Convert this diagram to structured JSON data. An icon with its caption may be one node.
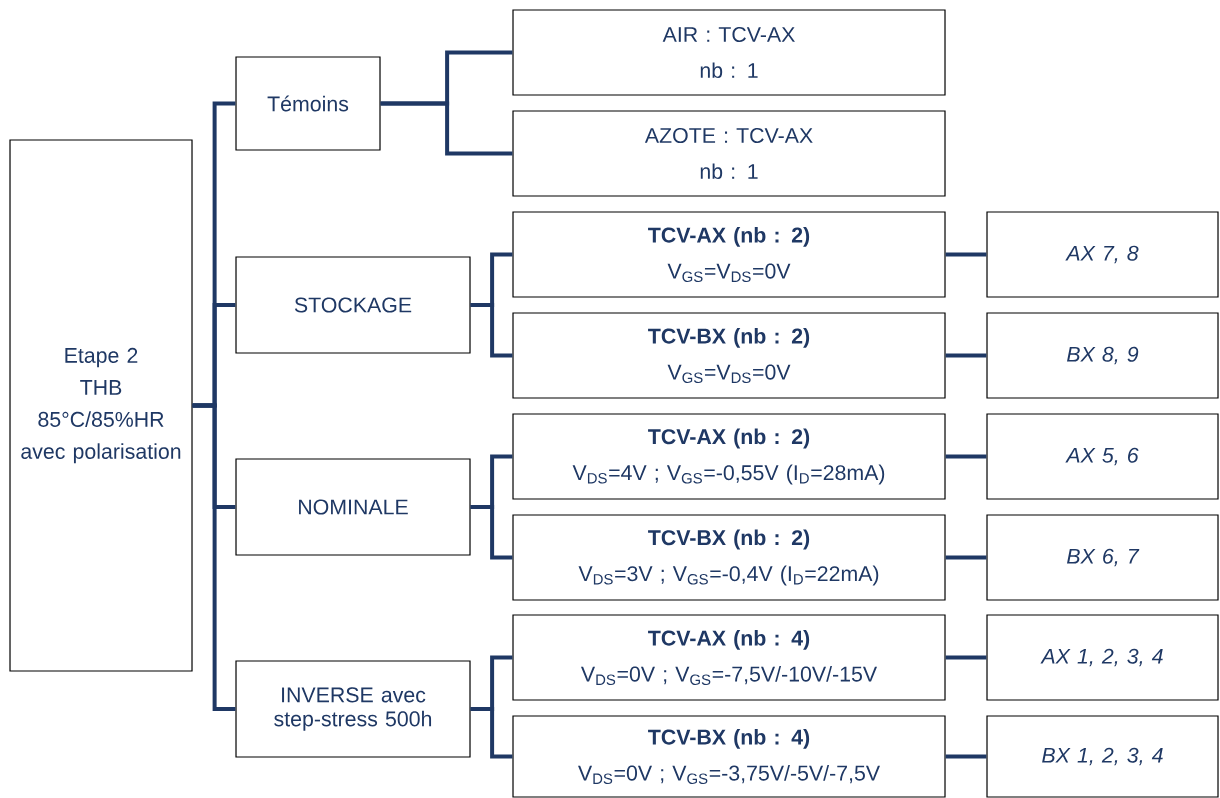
{
  "diagram": {
    "nodes": [
      {
        "text": [
          "Etape 2",
          "THB",
          "85°C/85%HR",
          "avec polarisation"
        ]
      },
      {
        "text": [
          "Témoins"
        ]
      },
      {
        "text": [
          "AIR : TCV-AX",
          "nb : 1"
        ]
      },
      {
        "text": [
          "AZOTE : TCV-AX",
          "nb : 1"
        ]
      },
      {
        "text": [
          "STOCKAGE"
        ]
      },
      {
        "text": [
          "TCV-AX (nb : 2)",
          "V$_{GS}$=V$_{DS}$=0V"
        ]
      },
      {
        "text": [
          "TCV-BX (nb : 2)",
          "V$_{GS}$=V$_{DS}$=0V"
        ]
      },
      {
        "text": [
          "AX 7, 8"
        ]
      },
      {
        "text": [
          "BX 8, 9"
        ]
      },
      {
        "text": [
          "NOMINALE"
        ]
      },
      {
        "text": [
          "TCV-AX (nb : 2)",
          "V$_{DS}$=4V ; V$_{GS}$=-0,55V (I$_{D}$=28mA)"
        ]
      },
      {
        "text": [
          "TCV-BX (nb : 2)",
          "V$_{DS}$=3V ; V$_{GS}$=-0,4V (I$_{D}$=22mA)"
        ]
      },
      {
        "text": [
          "AX 5, 6"
        ]
      },
      {
        "text": [
          "BX 6, 7"
        ]
      },
      {
        "text": [
          "INVERSE avec step-stress 500h"
        ]
      },
      {
        "text": [
          "TCV-AX (nb : 4)",
          "V$_{DS}$=0V ; V$_{GS}$=-7,5V/-10V/-15V"
        ]
      },
      {
        "text": [
          "TCV-BX (nb : 4)",
          "V$_{DS}$=0V ; V$_{GS}$=-3,75V/-5V/-7,5V"
        ]
      },
      {
        "text": [
          "AX 1, 2, 3, 4"
        ]
      },
      {
        "text": [
          "BX 1, 2, 3, 4"
        ]
      }
    ],
    "edges": [
      {
        "from": 0,
        "to": 1,
        "arrow": "none"
      },
      {
        "from": 0,
        "to": 4,
        "arrow": "none"
      },
      {
        "from": 0,
        "to": 9,
        "arrow": "none"
      },
      {
        "from": 0,
        "to": 14,
        "arrow": "none"
      },
      {
        "from": 1,
        "to": 2,
        "arrow": "none"
      },
      {
        "from": 1,
        "to": 3,
        "arrow": "none"
      },
      {
        "from": 4,
        "to": 5,
        "arrow": "none"
      },
      {
        "from": 4,
        "to": 6,
        "arrow": "none"
      },
      {
        "from": 5,
        "to": 7,
        "arrow": "none"
      },
      {
        "from": 6,
        "to": 8,
        "arrow": "none"
      },
      {
        "from": 9,
        "to": 10,
        "arrow": "none"
      },
      {
        "from": 9,
        "to": 11,
        "arrow": "none"
      },
      {
        "from": 10,
        "to": 12,
        "arrow": "none"
      },
      {
        "from": 11,
        "to": 13,
        "arrow": "none"
      },
      {
        "from": 14,
        "to": 15,
        "arrow": "none"
      },
      {
        "from": 14,
        "to": 16,
        "arrow": "none"
      },
      {
        "from": 15,
        "to": 17,
        "arrow": "none"
      },
      {
        "from": 16,
        "to": 18,
        "arrow": "none"
      }
    ]
  }
}
